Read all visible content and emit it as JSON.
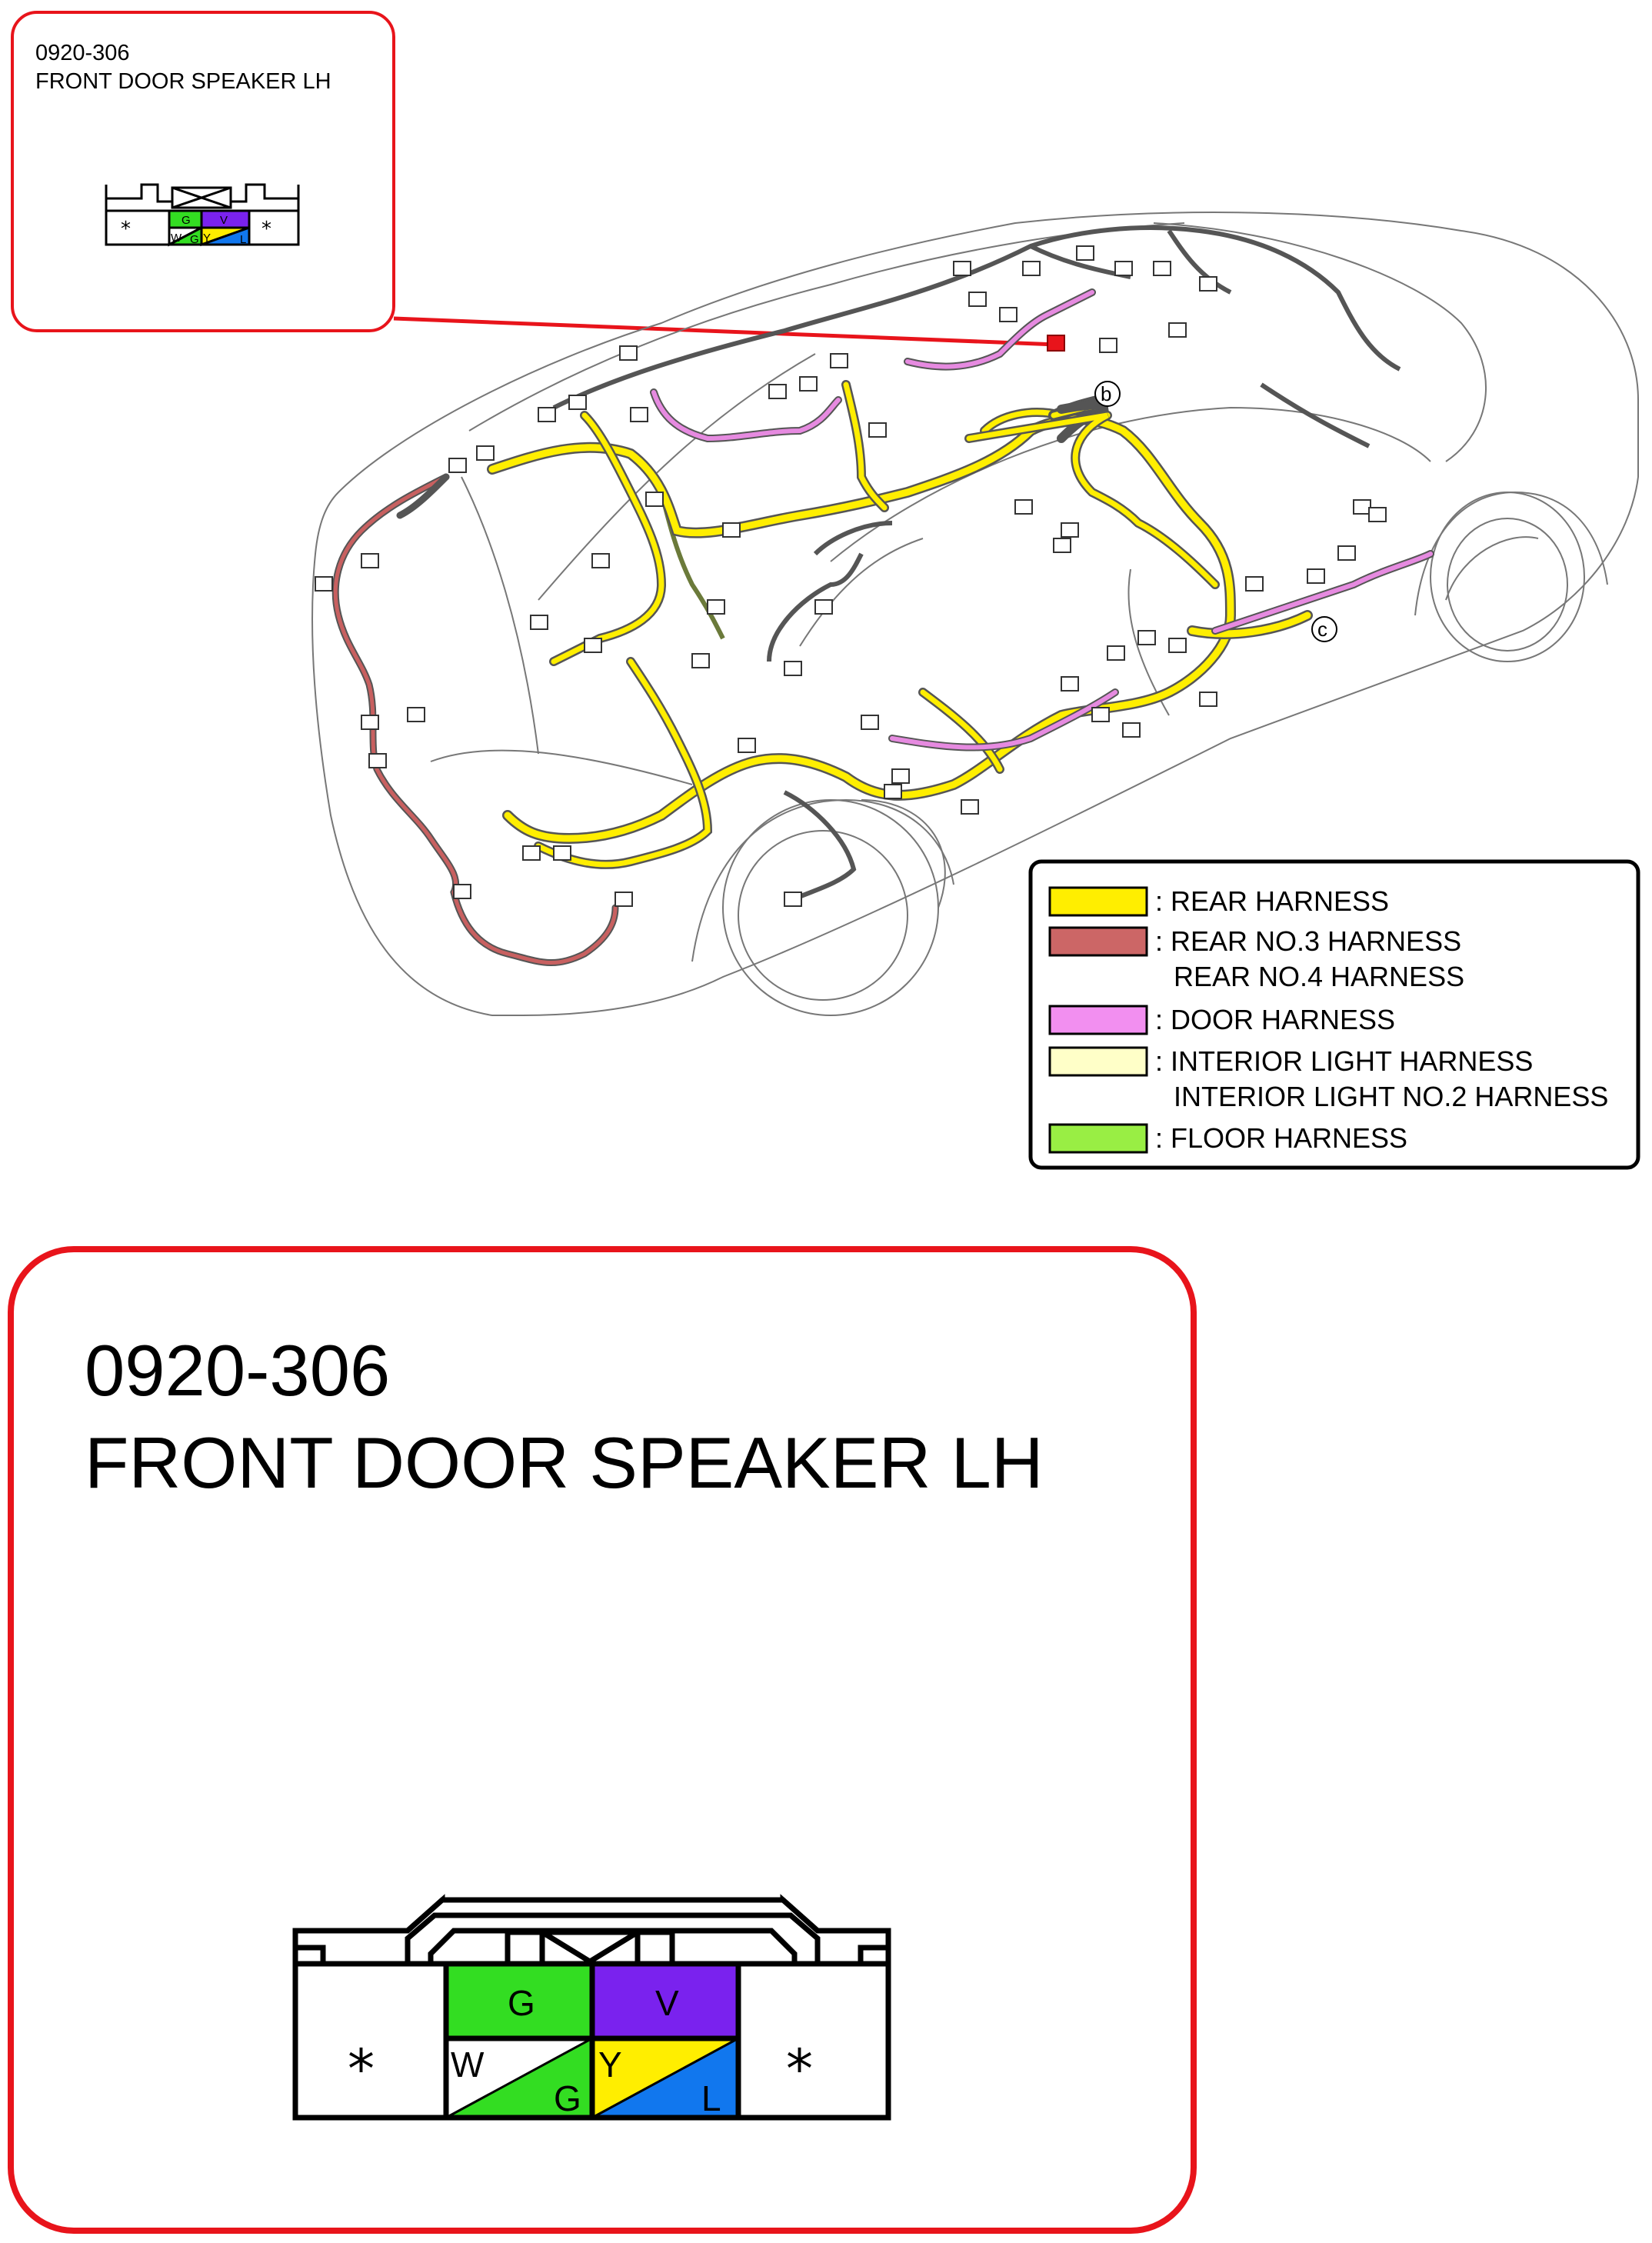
{
  "connector": {
    "code": "0920-306",
    "name": "FRONT DOOR SPEAKER LH"
  },
  "callouts": {
    "b": "b",
    "c": "c"
  },
  "pins": {
    "left_blank": "*",
    "right_blank": "*",
    "top_left": "G",
    "top_right": "V",
    "bottom_left_a": "W",
    "bottom_left_b": "G",
    "bottom_right_a": "Y",
    "bottom_right_b": "L"
  },
  "pin_colors": {
    "G": "#33dd22",
    "V": "#7a22ee",
    "W": "#ffffff",
    "Y": "#ffee00",
    "L": "#1177ee"
  },
  "legend": {
    "items": [
      {
        "color": "#ffee00",
        "label": ": REAR HARNESS"
      },
      {
        "color": "#cc6666",
        "label": ": REAR NO.3 HARNESS",
        "label2": "REAR NO.4 HARNESS"
      },
      {
        "color": "#f28ff0",
        "label": ": DOOR HARNESS"
      },
      {
        "color": "#ffffc8",
        "label": ": INTERIOR LIGHT HARNESS",
        "label2": "INTERIOR LIGHT NO.2 HARNESS"
      },
      {
        "color": "#99ee44",
        "label": ": FLOOR HARNESS"
      }
    ]
  },
  "colors": {
    "highlight_border": "#e8141b",
    "rear_harness": "#ffee00",
    "rear_no3_harness": "#b85a5a",
    "door_harness": "#e68ae0",
    "interior_light_harness": "#ffffc8",
    "floor_harness": "#99ee44"
  }
}
